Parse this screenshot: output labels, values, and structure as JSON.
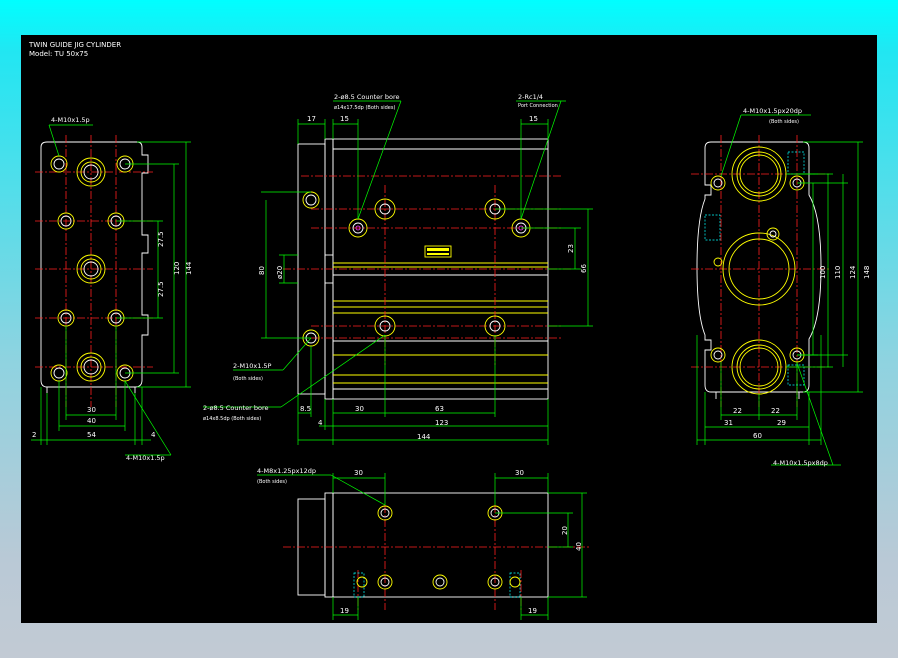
{
  "title": {
    "line1": "TWIN GUIDE JIG CYLINDER",
    "line2": "Model:  TU  50x75"
  },
  "left_view": {
    "callout_top": "4-M10x1.5p",
    "callout_bottom": "4-M10x1.5p",
    "dims": {
      "d275a": "27.5",
      "d275b": "27.5",
      "d120": "120",
      "d144": "144",
      "d30": "30",
      "d40": "40",
      "d54": "54",
      "d2": "2",
      "d4": "4"
    }
  },
  "front_view": {
    "callout_counter_top_1": "2-ø8.5 Counter bore",
    "callout_counter_top_2": "ø14x17.5dp (Both sides)",
    "callout_port_1": "2-Rc1/4",
    "callout_port_2": "Port Connection",
    "callout_m10_1": "2-M10x1.5P",
    "callout_m10_2": "(Both sides)",
    "callout_counter_bot_1": "2-ø8.5 Counter bore",
    "callout_counter_bot_2": "ø14x8.5dp (Both sides)",
    "dims": {
      "d17": "17",
      "d15a": "15",
      "d15b": "15",
      "d80": "80",
      "d20": "ø20",
      "d23": "23",
      "d66": "66",
      "d85": "8.5",
      "d30": "30",
      "d63": "63",
      "d4": "4",
      "d123": "123",
      "d144": "144"
    }
  },
  "right_view": {
    "callout_top_1": "4-M10x1.5px20dp",
    "callout_top_2": "(Both sides)",
    "callout_bottom": "4-M10x1.5px8dp",
    "dims": {
      "d100": "100",
      "d110": "110",
      "d124": "124",
      "d148": "148",
      "d22a": "22",
      "d22b": "22",
      "d31": "31",
      "d29": "29",
      "d60": "60"
    }
  },
  "bottom_view": {
    "callout_1": "4-M8x1.25px12dp",
    "callout_2": "(Both sides)",
    "dims": {
      "d30a": "30",
      "d30b": "30",
      "d20": "20",
      "d40": "40",
      "d19a": "19",
      "d19b": "19"
    }
  }
}
